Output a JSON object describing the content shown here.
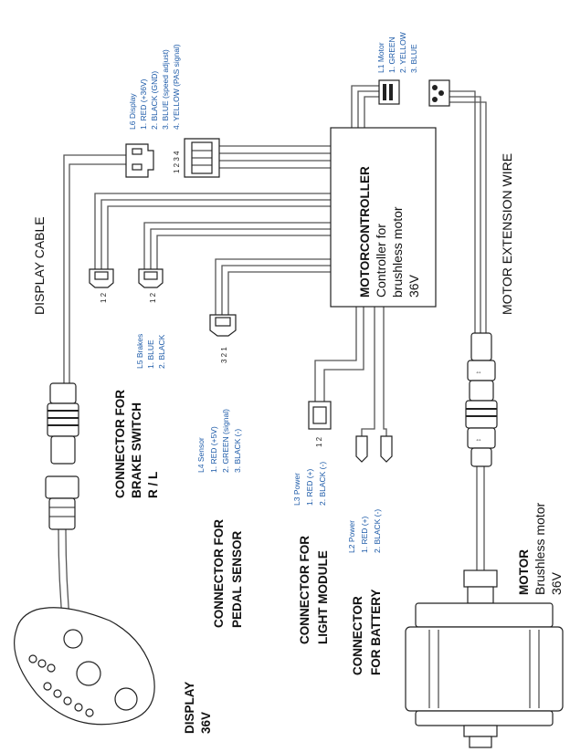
{
  "controller": {
    "title": "MOTORCONTROLLER",
    "line1": "Controller for",
    "line2": "brushless motor",
    "line3": "36V"
  },
  "motor": {
    "title": "MOTOR",
    "line1": "Brushless motor",
    "line2": "36V"
  },
  "display": {
    "line1": "DISPLAY",
    "line2": "36V"
  },
  "display_cable": "DISPLAY CABLE",
  "motor_extension": "MOTOR EXTENSION WIRE",
  "l6": {
    "title": "L6 Display",
    "pins": [
      "1. RED (+36V)",
      "2. BLACK (GND)",
      "3. BLUE (speed adjust)",
      "4. YELLOW (PAS signal)"
    ],
    "numbers": "1 2 3 4"
  },
  "l1": {
    "title": "L1 Motor",
    "pins": [
      "1. GREEN",
      "2. YELLOW",
      "3. BLUE"
    ]
  },
  "l5": {
    "title": "L5 Brakes",
    "pins": [
      "1. BLUE",
      "2. BLACK"
    ],
    "heading": [
      "CONNECTOR FOR",
      "BRAKE SWITCH",
      "R / L"
    ],
    "numbers": "1 2"
  },
  "l4": {
    "title": "L4 Sensor",
    "pins": [
      "1. RED (+5V)",
      "2. GREEN (signal)",
      "3. BLACK (-)"
    ],
    "heading": [
      "CONNECTOR FOR",
      "PEDAL SENSOR"
    ],
    "numbers": "3 2 1"
  },
  "l3": {
    "title": "L3 Power",
    "pins": [
      "1. RED (+)",
      "2. BLACK (-)"
    ],
    "heading": [
      "CONNECTOR FOR",
      "LIGHT MODULE"
    ],
    "numbers": "1 2"
  },
  "l2": {
    "title": "L2 Power",
    "pins": [
      "1. RED (+)",
      "2. BLACK (-)"
    ],
    "heading": [
      "CONNECTOR",
      "FOR BATTERY"
    ]
  }
}
